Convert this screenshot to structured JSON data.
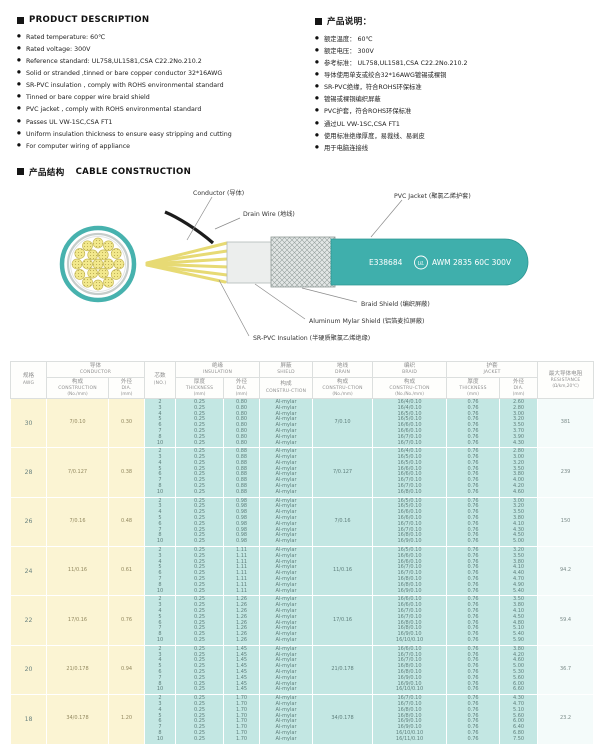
{
  "colors": {
    "jacket_teal": "#3fafac",
    "table_teal": "#c3e7e3",
    "table_cream": "#fbf4d3",
    "wire_yellow": "#f2e88c"
  },
  "product_description": {
    "heading": "PRODUCT  DESCRIPTION",
    "items": [
      "Rated temperature: 60℃",
      "Rated voltage: 300V",
      "Reference standard: UL758,UL1581,CSA C22.2No.210.2",
      "Solid or stranded ,tinned or bare copper conductor 32*16AWG",
      "SR-PVC insulation , comply with ROHS environmental standard",
      "Tinned or bare copper wire braid shield",
      "PVC jacket , comply with ROHS environmental standard",
      "Passes UL VW-1SC,CSA FT1",
      "Uniform insulation thickness to ensure easy stripping and cutting",
      "For computer wiring of appliance"
    ]
  },
  "product_description_cn": {
    "heading": "产品说明：",
    "items": [
      "额定温度： 60℃",
      "额定电压： 300V",
      "参考标准： UL758,UL1581,CSA C22.2No.210.2",
      "导体使用单支或绞合32*16AWG镀锡或裸铜",
      "SR-PVC绝缘，符合ROHS环保标准",
      "镀锡或裸铜编织屏蔽",
      "PVC护套，符合ROHS环保标准",
      "通过UL VW-1SC,CSA FT1",
      "使用标准绝缘厚度，易裁线、易剥皮",
      "用于电脑连接线"
    ]
  },
  "construction": {
    "heading_cn": "产品结构",
    "heading_en": "CABLE  CONSTRUCTION",
    "labels": {
      "conductor": "Conductor (导体)",
      "drain_wire": "Drain Wire (地线)",
      "pvc_jacket": "PVC Jacket (聚氯乙烯护套)",
      "braid_shield": "Braid Shield (编织屏蔽)",
      "aluminum_mylar_shield": "Aluminum Mylar Shield (铝箔麦拉屏蔽)",
      "sr_pvc_insulation": "SR-PVC Insulation (半硬质聚氯乙烯绝缘)"
    },
    "jacket_print_code": "E338684",
    "jacket_print_ul": "UL",
    "jacket_print_spec": "AWM 2835 60C 300V"
  },
  "table": {
    "headers": {
      "awg": {
        "cn": "规格",
        "en": "AWG"
      },
      "conductor": {
        "cn": "导体",
        "en": "CONDUCTOR"
      },
      "cores": {
        "cn": "芯数",
        "en": "(NO.)"
      },
      "insulation": {
        "cn": "绝缘",
        "en": "INSULATION"
      },
      "shield": {
        "cn": "屏蔽",
        "en": "SHIELD"
      },
      "drain": {
        "cn": "地线",
        "en": "DRAIN"
      },
      "braid": {
        "cn": "编织",
        "en": "BRAID"
      },
      "jacket": {
        "cn": "护套",
        "en": "JACKET"
      },
      "resistance": {
        "cn": "最大导体电阻",
        "en": "RESISTANCE",
        "unit": "(Ω/km,20℃)"
      },
      "sub": {
        "construction": {
          "cn": "构成",
          "en": "CONSTRUCTION",
          "unit": "(No./mm)"
        },
        "dia": {
          "cn": "外径",
          "en": "DIA.",
          "unit": "(mm)"
        },
        "thickness": {
          "cn": "厚度",
          "en": "THICKNESS",
          "unit": "(mm)"
        },
        "shield_con": {
          "cn": "构成",
          "en": "CONSTRU-CTION",
          "unit": ""
        },
        "drain_con": {
          "cn": "构成",
          "en": "CONSTRU-CTION",
          "unit": "(No./mm)"
        },
        "braid_con": {
          "cn": "构成",
          "en": "CONSTRU-CTION",
          "unit": "(No./No./mm)"
        }
      }
    },
    "rows": [
      {
        "awg": "30",
        "conductor_construction": "7/0.10",
        "conductor_dia": "0.30",
        "cores": [
          "2",
          "3",
          "4",
          "5",
          "6",
          "7",
          "8",
          "10"
        ],
        "insulation_thickness": [
          "0.25",
          "0.25",
          "0.25",
          "0.25",
          "0.25",
          "0.25",
          "0.25",
          "0.25"
        ],
        "insulation_dia": [
          "0.80",
          "0.80",
          "0.80",
          "0.80",
          "0.80",
          "0.80",
          "0.80",
          "0.80"
        ],
        "shield": [
          "Al-mylar",
          "Al-mylar",
          "Al-mylar",
          "Al-mylar",
          "Al-mylar",
          "Al-mylar",
          "Al-mylar",
          "Al-mylar"
        ],
        "drain": "7/0.10",
        "braid": [
          "16/4/0.10",
          "16/4/0.10",
          "16/5/0.10",
          "16/5/0.10",
          "16/6/0.10",
          "16/6/0.10",
          "16/7/0.10",
          "16/7/0.10"
        ],
        "jacket_thickness": [
          "0.76",
          "0.76",
          "0.76",
          "0.76",
          "0.76",
          "0.76",
          "0.76",
          "0.76"
        ],
        "jacket_dia": [
          "2.60",
          "2.80",
          "3.00",
          "3.20",
          "3.50",
          "3.70",
          "3.90",
          "4.30"
        ],
        "resistance": "381"
      },
      {
        "awg": "28",
        "conductor_construction": "7/0.127",
        "conductor_dia": "0.38",
        "cores": [
          "2",
          "3",
          "4",
          "5",
          "6",
          "7",
          "8",
          "10"
        ],
        "insulation_thickness": [
          "0.25",
          "0.25",
          "0.25",
          "0.25",
          "0.25",
          "0.25",
          "0.25",
          "0.25"
        ],
        "insulation_dia": [
          "0.88",
          "0.88",
          "0.88",
          "0.88",
          "0.88",
          "0.88",
          "0.88",
          "0.88"
        ],
        "shield": [
          "Al-mylar",
          "Al-mylar",
          "Al-mylar",
          "Al-mylar",
          "Al-mylar",
          "Al-mylar",
          "Al-mylar",
          "Al-mylar"
        ],
        "drain": "7/0.127",
        "braid": [
          "16/4/0.10",
          "16/5/0.10",
          "16/5/0.10",
          "16/6/0.10",
          "16/6/0.10",
          "16/7/0.10",
          "16/7/0.10",
          "16/8/0.10"
        ],
        "jacket_thickness": [
          "0.76",
          "0.76",
          "0.76",
          "0.76",
          "0.76",
          "0.76",
          "0.76",
          "0.76"
        ],
        "jacket_dia": [
          "2.80",
          "3.00",
          "3.20",
          "3.50",
          "3.80",
          "4.00",
          "4.20",
          "4.60"
        ],
        "resistance": "239"
      },
      {
        "awg": "26",
        "conductor_construction": "7/0.16",
        "conductor_dia": "0.48",
        "cores": [
          "2",
          "3",
          "4",
          "5",
          "6",
          "7",
          "8",
          "10"
        ],
        "insulation_thickness": [
          "0.25",
          "0.25",
          "0.25",
          "0.25",
          "0.25",
          "0.25",
          "0.25",
          "0.25"
        ],
        "insulation_dia": [
          "0.98",
          "0.98",
          "0.98",
          "0.98",
          "0.98",
          "0.98",
          "0.98",
          "0.98"
        ],
        "shield": [
          "Al-mylar",
          "Al-mylar",
          "Al-mylar",
          "Al-mylar",
          "Al-mylar",
          "Al-mylar",
          "Al-mylar",
          "Al-mylar"
        ],
        "drain": "7/0.16",
        "braid": [
          "16/5/0.10",
          "16/5/0.10",
          "16/6/0.10",
          "16/6/0.10",
          "16/7/0.10",
          "16/7/0.10",
          "16/8/0.10",
          "16/9/0.10"
        ],
        "jacket_thickness": [
          "0.76",
          "0.76",
          "0.76",
          "0.76",
          "0.76",
          "0.76",
          "0.76",
          "0.76"
        ],
        "jacket_dia": [
          "3.00",
          "3.20",
          "3.50",
          "3.80",
          "4.10",
          "4.30",
          "4.50",
          "5.00"
        ],
        "resistance": "150"
      },
      {
        "awg": "24",
        "conductor_construction": "11/0.16",
        "conductor_dia": "0.61",
        "cores": [
          "2",
          "3",
          "4",
          "5",
          "6",
          "7",
          "8",
          "10"
        ],
        "insulation_thickness": [
          "0.25",
          "0.25",
          "0.25",
          "0.25",
          "0.25",
          "0.25",
          "0.25",
          "0.25"
        ],
        "insulation_dia": [
          "1.11",
          "1.11",
          "1.11",
          "1.11",
          "1.11",
          "1.11",
          "1.11",
          "1.11"
        ],
        "shield": [
          "Al-mylar",
          "Al-mylar",
          "Al-mylar",
          "Al-mylar",
          "Al-mylar",
          "Al-mylar",
          "Al-mylar",
          "Al-mylar"
        ],
        "drain": "11/0.16",
        "braid": [
          "16/5/0.10",
          "16/6/0.10",
          "16/6/0.10",
          "16/7/0.10",
          "16/7/0.10",
          "16/8/0.10",
          "16/8/0.10",
          "16/9/0.10"
        ],
        "jacket_thickness": [
          "0.76",
          "0.76",
          "0.76",
          "0.76",
          "0.76",
          "0.76",
          "0.76",
          "0.76"
        ],
        "jacket_dia": [
          "3.20",
          "3.50",
          "3.80",
          "4.10",
          "4.40",
          "4.70",
          "4.90",
          "5.40"
        ],
        "resistance": "94.2"
      },
      {
        "awg": "22",
        "conductor_construction": "17/0.16",
        "conductor_dia": "0.76",
        "cores": [
          "2",
          "3",
          "4",
          "5",
          "6",
          "7",
          "8",
          "10"
        ],
        "insulation_thickness": [
          "0.25",
          "0.25",
          "0.25",
          "0.25",
          "0.25",
          "0.25",
          "0.25",
          "0.25"
        ],
        "insulation_dia": [
          "1.26",
          "1.26",
          "1.26",
          "1.26",
          "1.26",
          "1.26",
          "1.26",
          "1.26"
        ],
        "shield": [
          "Al-mylar",
          "Al-mylar",
          "Al-mylar",
          "Al-mylar",
          "Al-mylar",
          "Al-mylar",
          "Al-mylar",
          "Al-mylar"
        ],
        "drain": "17/0.16",
        "braid": [
          "16/6/0.10",
          "16/6/0.10",
          "16/7/0.10",
          "16/7/0.10",
          "16/8/0.10",
          "16/8/0.10",
          "16/9/0.10",
          "16/10/0.10"
        ],
        "jacket_thickness": [
          "0.76",
          "0.76",
          "0.76",
          "0.76",
          "0.76",
          "0.76",
          "0.76",
          "0.76"
        ],
        "jacket_dia": [
          "3.50",
          "3.80",
          "4.10",
          "4.50",
          "4.80",
          "5.10",
          "5.40",
          "5.90"
        ],
        "resistance": "59.4"
      },
      {
        "awg": "20",
        "conductor_construction": "21/0.178",
        "conductor_dia": "0.94",
        "cores": [
          "2",
          "3",
          "4",
          "5",
          "6",
          "7",
          "8",
          "10"
        ],
        "insulation_thickness": [
          "0.25",
          "0.25",
          "0.25",
          "0.25",
          "0.25",
          "0.25",
          "0.25",
          "0.25"
        ],
        "insulation_dia": [
          "1.45",
          "1.45",
          "1.45",
          "1.45",
          "1.45",
          "1.45",
          "1.45",
          "1.45"
        ],
        "shield": [
          "Al-mylar",
          "Al-mylar",
          "Al-mylar",
          "Al-mylar",
          "Al-mylar",
          "Al-mylar",
          "Al-mylar",
          "Al-mylar"
        ],
        "drain": "21/0.178",
        "braid": [
          "16/6/0.10",
          "16/7/0.10",
          "16/7/0.10",
          "16/8/0.10",
          "16/8/0.10",
          "16/9/0.10",
          "16/9/0.10",
          "16/10/0.10"
        ],
        "jacket_thickness": [
          "0.76",
          "0.76",
          "0.76",
          "0.76",
          "0.76",
          "0.76",
          "0.76",
          "0.76"
        ],
        "jacket_dia": [
          "3.80",
          "4.20",
          "4.60",
          "5.00",
          "5.30",
          "5.60",
          "6.00",
          "6.60"
        ],
        "resistance": "36.7"
      },
      {
        "awg": "18",
        "conductor_construction": "34/0.178",
        "conductor_dia": "1.20",
        "cores": [
          "2",
          "3",
          "4",
          "5",
          "6",
          "7",
          "8",
          "10"
        ],
        "insulation_thickness": [
          "0.25",
          "0.25",
          "0.25",
          "0.25",
          "0.25",
          "0.25",
          "0.25",
          "0.25"
        ],
        "insulation_dia": [
          "1.70",
          "1.70",
          "1.70",
          "1.70",
          "1.70",
          "1.70",
          "1.70",
          "1.70"
        ],
        "shield": [
          "Al-mylar",
          "Al-mylar",
          "Al-mylar",
          "Al-mylar",
          "Al-mylar",
          "Al-mylar",
          "Al-mylar",
          "Al-mylar"
        ],
        "drain": "34/0.178",
        "braid": [
          "16/7/0.10",
          "16/7/0.10",
          "16/8/0.10",
          "16/8/0.10",
          "16/9/0.10",
          "16/9/0.10",
          "16/10/0.10",
          "16/11/0.10"
        ],
        "jacket_thickness": [
          "0.76",
          "0.76",
          "0.76",
          "0.76",
          "0.76",
          "0.76",
          "0.76",
          "0.76"
        ],
        "jacket_dia": [
          "4.30",
          "4.70",
          "5.10",
          "5.60",
          "6.00",
          "6.40",
          "6.80",
          "7.50"
        ],
        "resistance": "23.2"
      }
    ]
  }
}
